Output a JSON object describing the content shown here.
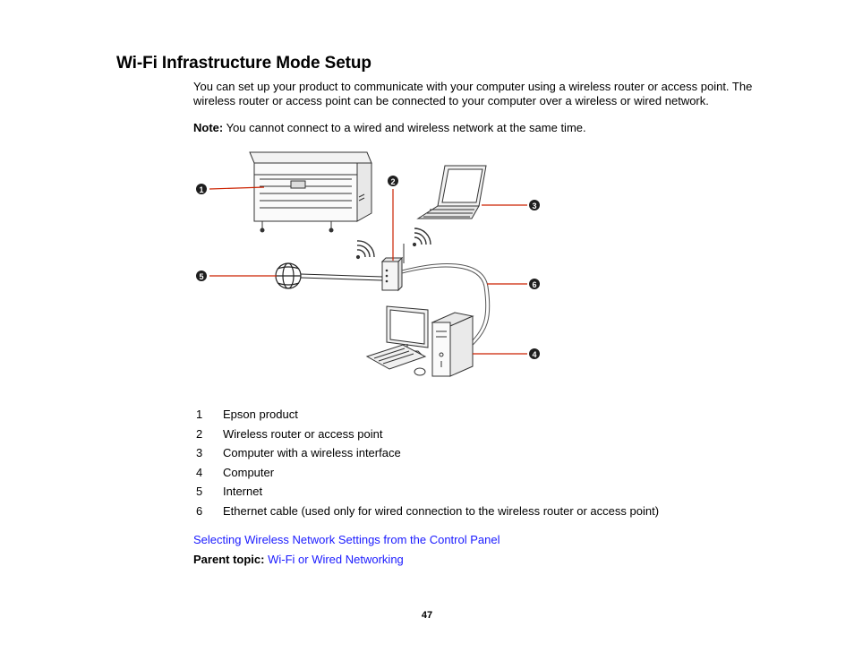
{
  "heading": "Wi-Fi Infrastructure Mode Setup",
  "intro": "You can set up your product to communicate with your computer using a wireless router or access point. The wireless router or access point can be connected to your computer over a wireless or wired network.",
  "note": {
    "label": "Note:",
    "text": " You cannot connect to a wired and wireless network at the same time."
  },
  "figure": {
    "callouts": [
      "1",
      "2",
      "3",
      "6",
      "5",
      "4"
    ],
    "callout_color": "#cc2200"
  },
  "legend": [
    {
      "num": "1",
      "text": "Epson product"
    },
    {
      "num": "2",
      "text": "Wireless router or access point"
    },
    {
      "num": "3",
      "text": "Computer with a wireless interface"
    },
    {
      "num": "4",
      "text": "Computer"
    },
    {
      "num": "5",
      "text": "Internet"
    },
    {
      "num": "6",
      "text": "Ethernet cable (used only for wired connection to the wireless router or access point)"
    }
  ],
  "links": {
    "selecting": "Selecting Wireless Network Settings from the Control Panel"
  },
  "parent_topic": {
    "label": "Parent topic:",
    "link": "Wi-Fi or Wired Networking"
  },
  "page_number": "47",
  "colors": {
    "link": "#1a1aff",
    "callout_line": "#cc2200"
  }
}
